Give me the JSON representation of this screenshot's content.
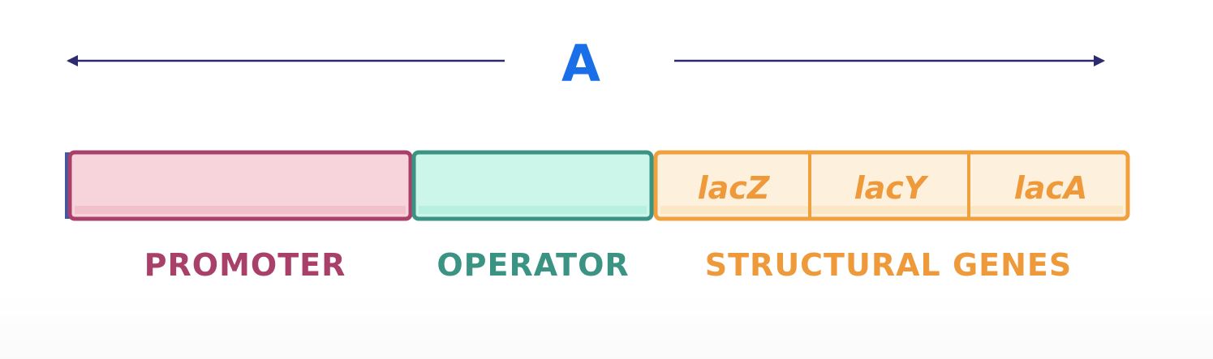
{
  "span_label": "A",
  "regions": {
    "promoter": {
      "label": "PROMOTER"
    },
    "operator": {
      "label": "OPERATOR"
    },
    "structural": {
      "label": "STRUCTURAL GENES",
      "genes": [
        "lacZ",
        "lacY",
        "lacA"
      ]
    }
  },
  "colors": {
    "arrow": "#2e2a6e",
    "span_label": "#1a6ee8",
    "promoter_fill": "#f7d3db",
    "promoter_stroke": "#a8406a",
    "promoter_text": "#a8406a",
    "operator_fill": "#ccf6ea",
    "operator_stroke": "#3b9384",
    "operator_text": "#3b9384",
    "structural_fill": "#fdf0dc",
    "structural_stroke": "#f0a13d",
    "structural_text": "#ee9a3a",
    "dna_end": "#3f5aa3"
  }
}
